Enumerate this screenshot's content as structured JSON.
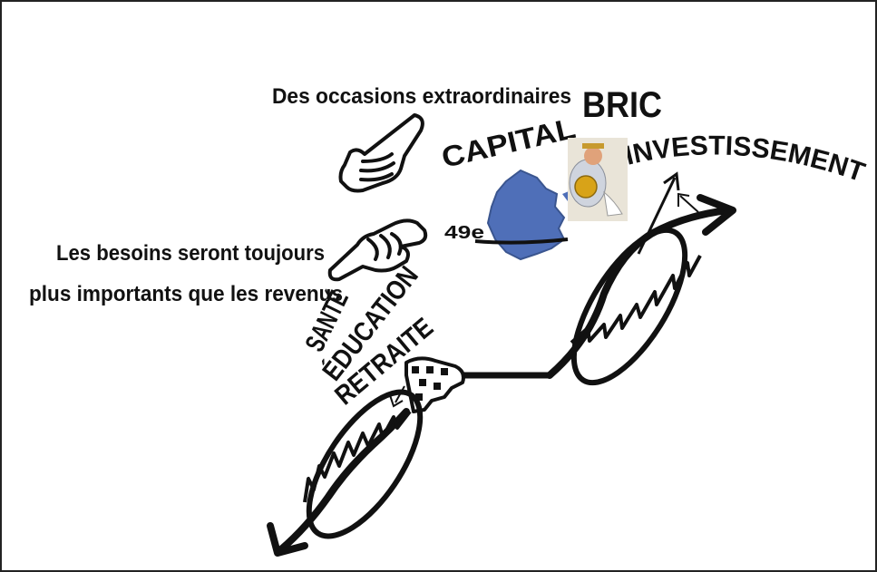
{
  "labels": {
    "occasions": "Des occasions extraordinaires",
    "bric": "BRIC",
    "capital": "CAPITAL",
    "investissement": "INVESTISSEMENT",
    "rank": "49e",
    "besoins_line1": "Les besoins seront toujours",
    "besoins_line2": "plus importants que les revenus",
    "sante": "SANTÉ",
    "education": "ÉDUCATION",
    "retraite": "RETRAITE"
  },
  "icons": {
    "hand_top": "pointing-hand-icon",
    "hand_bottom": "pointing-hand-icon",
    "province_map": "quebec-map-icon",
    "investor": "money-bag-investor-icon"
  },
  "colors": {
    "ink": "#111111",
    "map_blue": "#4f6fb8",
    "photo_bg": "#e9e4d8",
    "coin": "#d8a318"
  }
}
